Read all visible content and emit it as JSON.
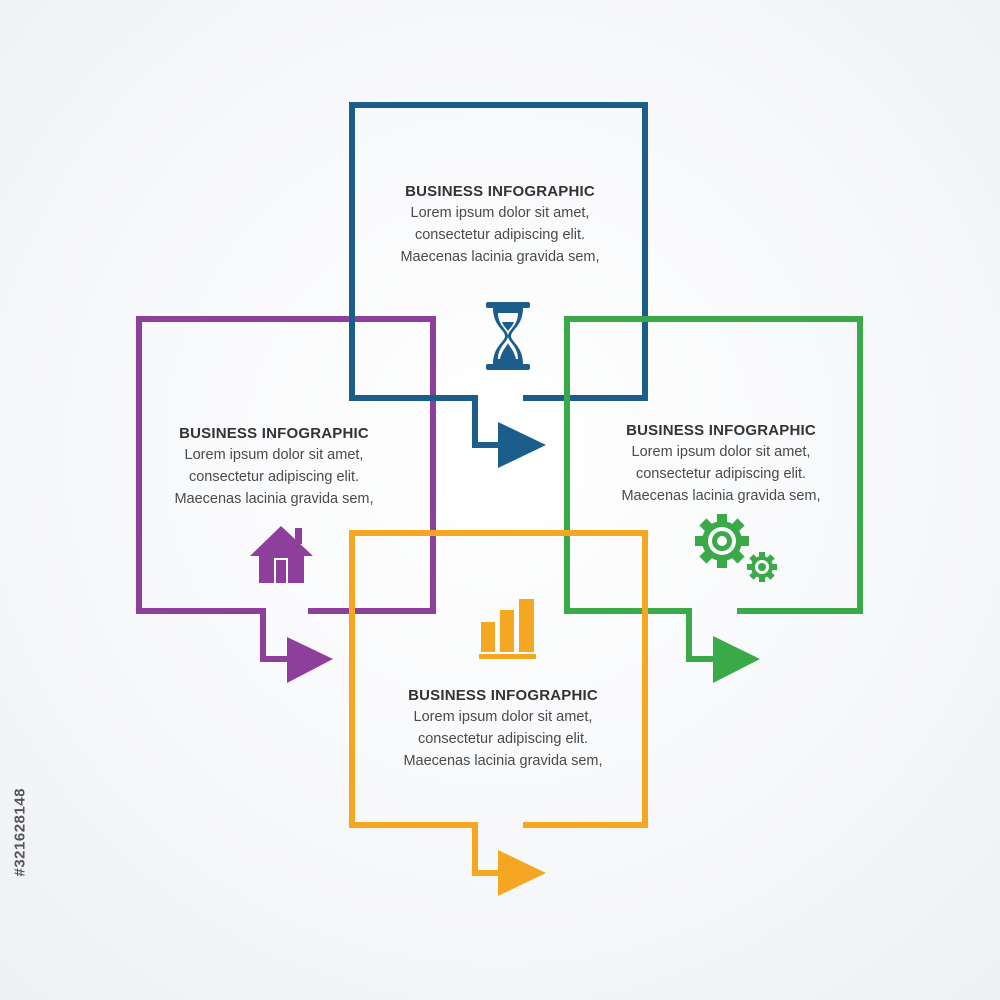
{
  "colors": {
    "top": "#1b5e8c",
    "left": "#8e3e9b",
    "right": "#3aaa48",
    "bottom": "#f5a623"
  },
  "cards": {
    "top": {
      "title": "BUSINESS INFOGRAPHIC",
      "lines": [
        "Lorem ipsum dolor sit amet,",
        "consectetur adipiscing elit.",
        "Maecenas lacinia gravida sem,"
      ],
      "icon": "hourglass-icon"
    },
    "left": {
      "title": "BUSINESS INFOGRAPHIC",
      "lines": [
        "Lorem ipsum dolor sit amet,",
        "consectetur adipiscing elit.",
        "Maecenas lacinia gravida sem,"
      ],
      "icon": "house-icon"
    },
    "right": {
      "title": "BUSINESS INFOGRAPHIC",
      "lines": [
        "Lorem ipsum dolor sit amet,",
        "consectetur adipiscing elit.",
        "Maecenas lacinia gravida sem,"
      ],
      "icon": "gears-icon"
    },
    "bottom": {
      "title": "BUSINESS INFOGRAPHIC",
      "lines": [
        "Lorem ipsum dolor sit amet,",
        "consectetur adipiscing elit.",
        "Maecenas lacinia gravida sem,"
      ],
      "icon": "bar-chart-icon"
    }
  },
  "watermark": {
    "stock_id": "#321628148"
  }
}
